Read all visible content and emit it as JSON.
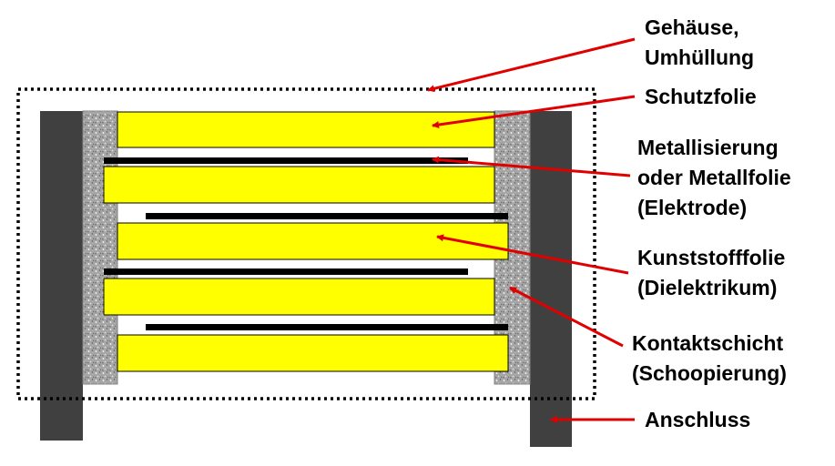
{
  "colors": {
    "film": "#ffff00",
    "metal": "#000000",
    "terminal": "#404040",
    "contact_layer": "#a6a6a6",
    "arrow": "#e00000",
    "housing_outline": "#000000"
  },
  "labels": {
    "housing": [
      "Gehäuse,",
      "Umhüllung"
    ],
    "protective_film": [
      "Schutzfolie"
    ],
    "metallization": [
      "Metallisierung",
      "oder Metallfolie",
      "(Elektrode)"
    ],
    "plastic_film": [
      "Kunststofffolie",
      "(Dielektrikum)"
    ],
    "contact_layer": [
      "Kontaktschicht",
      "(Schoopierung)"
    ],
    "terminal": [
      "Anschluss"
    ]
  }
}
